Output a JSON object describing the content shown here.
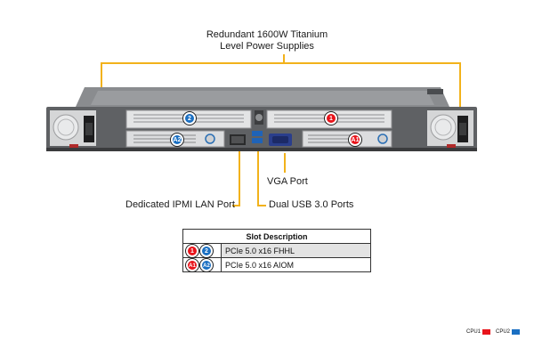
{
  "callouts": {
    "psu_line1": "Redundant 1600W Titanium",
    "psu_line2": "Level Power Supplies",
    "vga": "VGA Port",
    "ipmi": "Dedicated IPMI LAN Port",
    "usb": "Dual USB 3.0 Ports"
  },
  "slots": {
    "slot1": "1",
    "slot2": "2",
    "slotA1": "A1",
    "slotA2": "A2"
  },
  "table": {
    "header": "Slot Description",
    "rows": [
      {
        "badges": [
          "1",
          "2"
        ],
        "desc": "PCIe 5.0 x16 FHHL"
      },
      {
        "badges": [
          "A1",
          "A2"
        ],
        "desc": "PCIe 5.0 x16 AIOM"
      }
    ]
  },
  "legend": {
    "cpu1": "CPU1",
    "cpu2": "CPU2"
  },
  "colors": {
    "cpu1": "#e8141b",
    "cpu2": "#1a6fc2",
    "callout_line": "#f2b21b"
  }
}
